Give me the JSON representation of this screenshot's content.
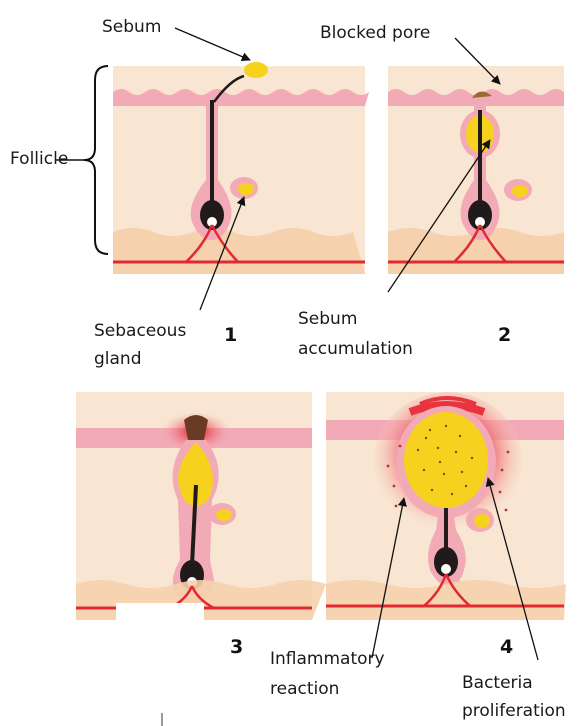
{
  "labels": {
    "sebum": "Sebum",
    "blocked_pore": "Blocked pore",
    "follicle": "Follicle",
    "sebaceous_gland_line1": "Sebaceous",
    "sebaceous_gland_line2": "gland",
    "sebum_accumulation_line1": "Sebum",
    "sebum_accumulation_line2": "accumulation",
    "inflammatory_line1": "Inflammatory",
    "inflammatory_line2": "reaction",
    "bacteria_line1": "Bacteria",
    "bacteria_line2": "proliferation"
  },
  "stages": [
    "1",
    "2",
    "3",
    "4"
  ],
  "colors": {
    "dermis": "#f8e6d2",
    "epidermis": "#f2aab6",
    "hypodermis": "#f5d1ad",
    "blood_vessel": "#e02a30",
    "sebum": "#f6d11d",
    "hair": "#201a1a",
    "inflammation": "#e8343c"
  }
}
